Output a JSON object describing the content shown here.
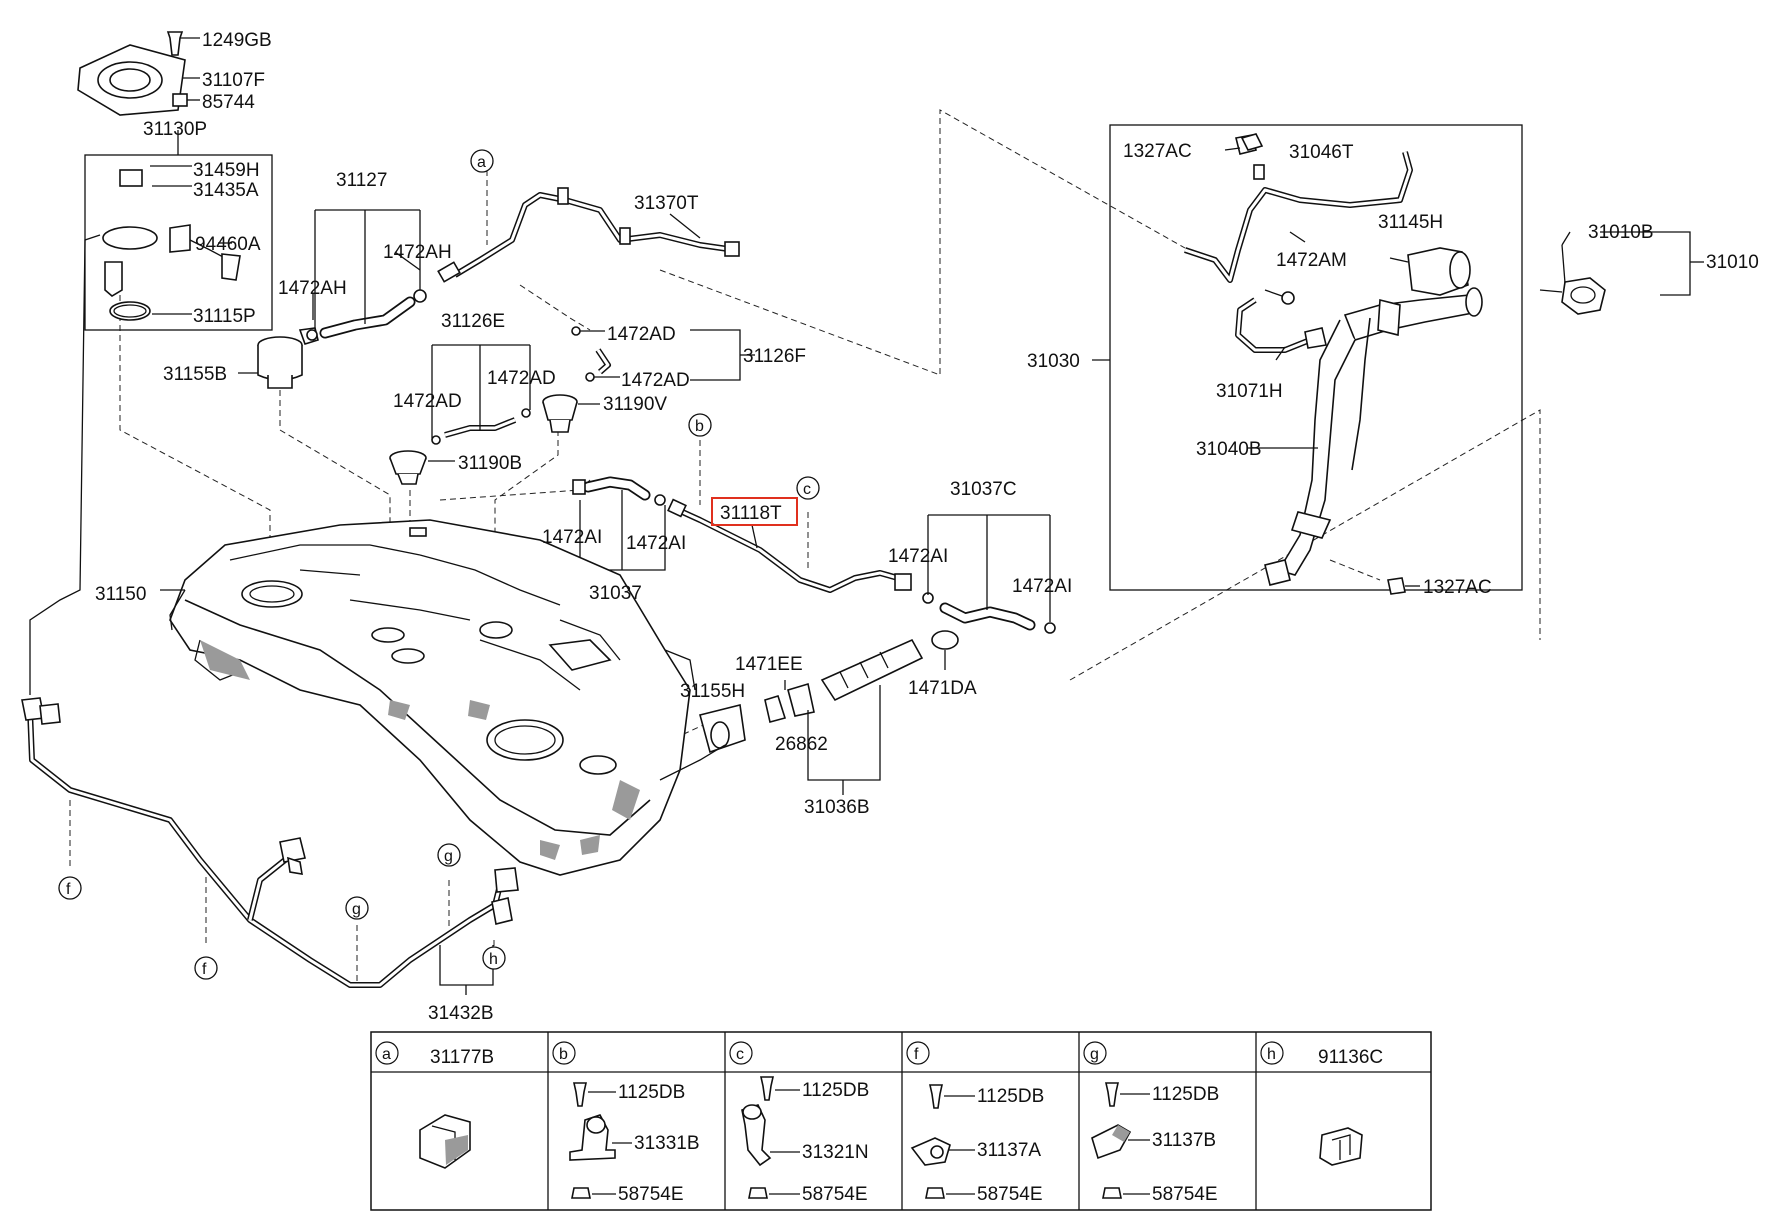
{
  "labels": {
    "p1249GB": "1249GB",
    "p31107F": "31107F",
    "p85744": "85744",
    "p31130P": "31130P",
    "p31459H": "31459H",
    "p31435A": "31435A",
    "p94460A": "94460A",
    "p31115P": "31115P",
    "p31155B": "31155B",
    "p31127": "31127",
    "p1472AH_a": "1472AH",
    "p1472AH_b": "1472AH",
    "p31370T": "31370T",
    "p31126E": "31126E",
    "p1472AD_a": "1472AD",
    "p1472AD_b": "1472AD",
    "p1472AD_c": "1472AD",
    "p1472AD_d": "1472AD",
    "p31126F": "31126F",
    "p31190V": "31190V",
    "p31190B": "31190B",
    "p31118T": "31118T",
    "p1472AI_a": "1472AI",
    "p1472AI_b": "1472AI",
    "p1472AI_c": "1472AI",
    "p1472AI_d": "1472AI",
    "p31037": "31037",
    "p31037C": "31037C",
    "p31150": "31150",
    "p1471EE": "1471EE",
    "p31155H": "31155H",
    "p26862": "26862",
    "p1471DA": "1471DA",
    "p31036B": "31036B",
    "p31432B": "31432B",
    "p1327AC_a": "1327AC",
    "p1327AC_b": "1327AC",
    "p31046T": "31046T",
    "p31145H": "31145H",
    "p1472AM": "1472AM",
    "p31030": "31030",
    "p31071H": "31071H",
    "p31040B": "31040B",
    "p31010B": "31010B",
    "p31010": "31010"
  },
  "callouts": {
    "a": "a",
    "b": "b",
    "c": "c",
    "f": "f",
    "g": "g",
    "h": "h"
  },
  "highlight": {
    "part": "31118T",
    "color": "#e0301e"
  },
  "legend": {
    "columns": [
      {
        "letter": "a",
        "part": "31177B",
        "items": []
      },
      {
        "letter": "b",
        "part": "",
        "items": [
          "1125DB",
          "31331B",
          "58754E"
        ]
      },
      {
        "letter": "c",
        "part": "",
        "items": [
          "1125DB",
          "31321N",
          "58754E"
        ]
      },
      {
        "letter": "f",
        "part": "",
        "items": [
          "1125DB",
          "31137A",
          "58754E"
        ]
      },
      {
        "letter": "g",
        "part": "",
        "items": [
          "1125DB",
          "31137B",
          "58754E"
        ]
      },
      {
        "letter": "h",
        "part": "91136C",
        "items": []
      }
    ]
  }
}
